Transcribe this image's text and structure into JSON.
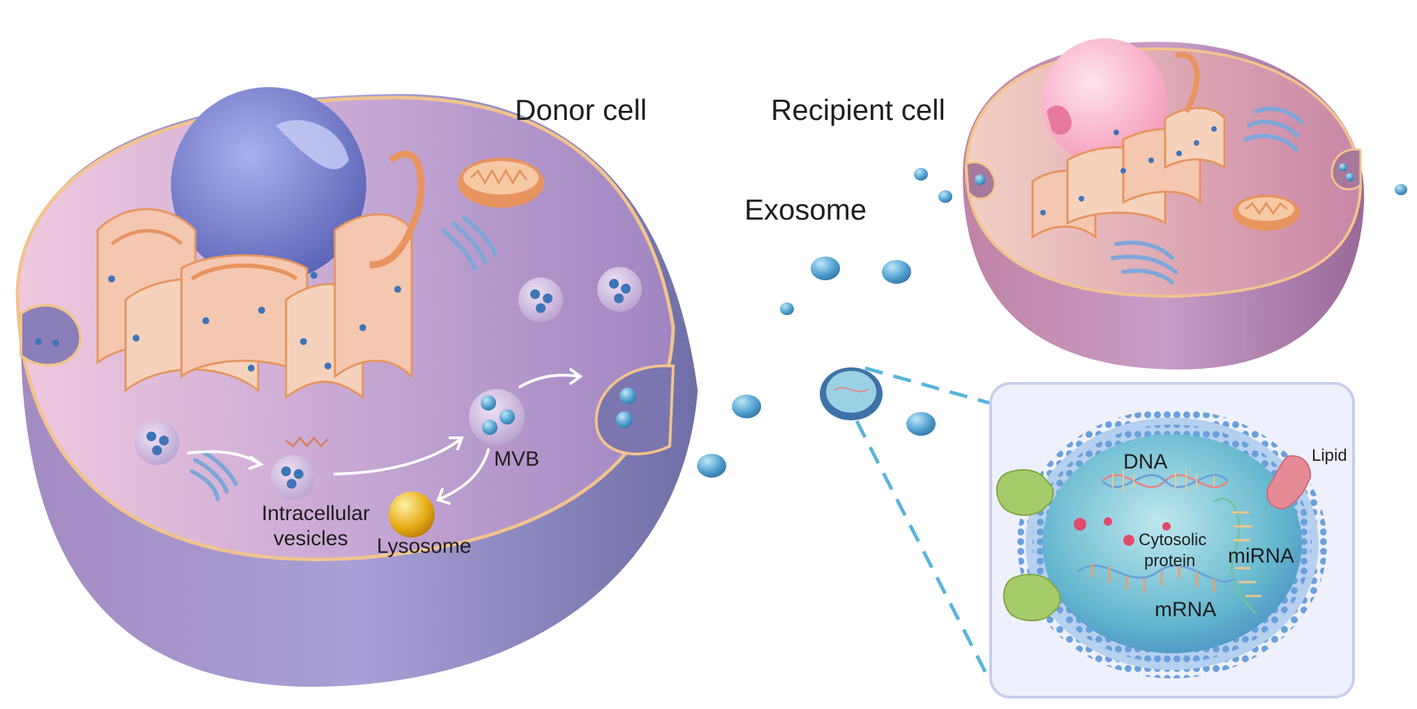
{
  "labels": {
    "donor_cell": "Donor cell",
    "recipient_cell": "Recipient cell",
    "exosome": "Exosome",
    "mvb": "MVB",
    "intracellular_line1": "Intracellular",
    "intracellular_line2": "vesicles",
    "lysosome": "Lysosome",
    "dna": "DNA",
    "lipid": "Lipid",
    "cytosolic_line1": "Cytosolic",
    "cytosolic_line2": "protein",
    "mirna": "miRNA",
    "mrna": "mRNA"
  },
  "colors": {
    "donor_cell_top": "#c9a6cf",
    "donor_cell_side": "#8e86c0",
    "membrane_edge": "#f1c48e",
    "nucleus": "#7f86d0",
    "golgi_pink": "#f4c7b0",
    "golgi_orange": "#e7945f",
    "exosome_blue": "#5aa6d2",
    "lysosome": "#e8ad16",
    "recipient_top": "#e9b9b9",
    "recipient_side": "#b778a4",
    "inset_bg": "#eef0fb",
    "inset_border": "#c7cdee",
    "receptor_green": "#a6cb6a",
    "lipid_pink": "#e68a96",
    "dashed_line": "#59b4dc"
  }
}
